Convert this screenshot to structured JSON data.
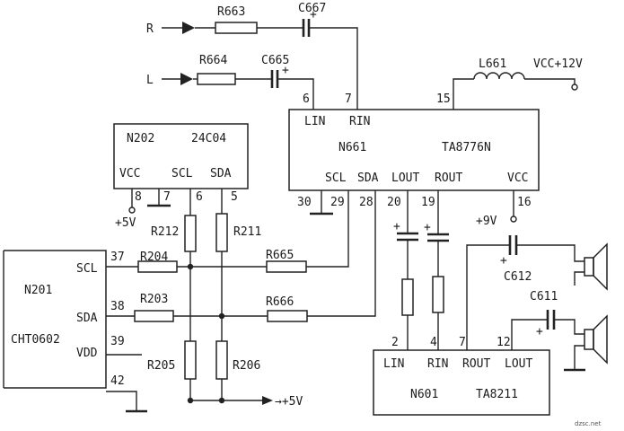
{
  "inputs": {
    "right": "R",
    "left": "L"
  },
  "resistors": {
    "r663": "R663",
    "r664": "R664",
    "r212": "R212",
    "r211": "R211",
    "r204": "R204",
    "r203": "R203",
    "r665": "R665",
    "r666": "R666",
    "r205": "R205",
    "r206": "R206"
  },
  "capacitors": {
    "c667": "C667",
    "c665": "C665",
    "c612": "C612",
    "c611": "C611"
  },
  "inductor": "L661",
  "polarity_mark": "+",
  "supplies": {
    "vcc12": "VCC+12V",
    "p5v": "+5V",
    "p9v": "+9V",
    "p5v_bus": "→+5V"
  },
  "eeprom": {
    "ref": "N202",
    "part": "24C04",
    "pins": {
      "vcc": "VCC",
      "scl": "SCL",
      "sda": "SDA"
    },
    "pin_numbers": {
      "vcc": "8",
      "gnd": "7",
      "scl": "6",
      "sda": "5"
    }
  },
  "processor": {
    "ref": "N661",
    "part": "TA8776N",
    "pins": {
      "lin": "LIN",
      "rin": "RIN",
      "scl": "SCL",
      "sda": "SDA",
      "lout": "LOUT",
      "rout": "ROUT",
      "vcc": "VCC"
    },
    "pin_numbers": {
      "lin": "6",
      "rin": "7",
      "l_supply": "15",
      "gnd": "30",
      "scl": "29",
      "sda": "28",
      "lout": "20",
      "rout": "19",
      "vcc": "16"
    }
  },
  "mcu": {
    "ref": "N201",
    "part": "CHT0602",
    "pins": {
      "scl": "SCL",
      "sda": "SDA",
      "vdd": "VDD"
    },
    "pin_numbers": {
      "scl": "37",
      "sda": "38",
      "vdd": "39",
      "gnd": "42"
    }
  },
  "amplifier": {
    "ref": "N601",
    "part": "TA8211",
    "pins": {
      "lin": "LIN",
      "rin": "RIN",
      "rout": "ROUT",
      "lout": "LOUT"
    },
    "pin_numbers": {
      "lin": "2",
      "rin": "4",
      "rout": "7",
      "lout": "12"
    }
  },
  "watermark": "dzsc.net"
}
